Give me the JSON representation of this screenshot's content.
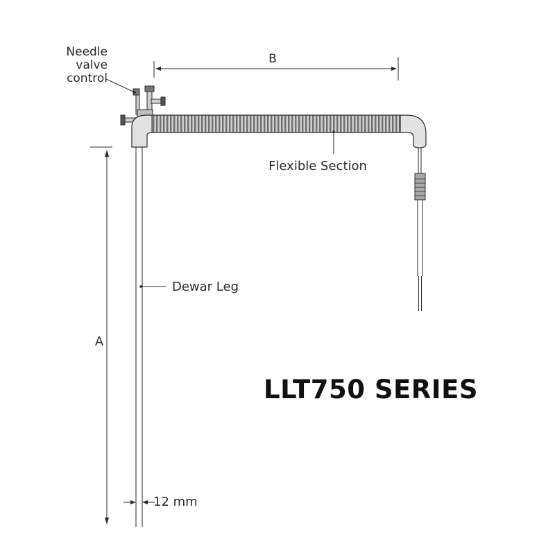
{
  "labels": {
    "needle_line1": "Needle",
    "needle_line2": "valve",
    "needle_line3": "control",
    "dim_b": "B",
    "flexible": "Flexible Section",
    "dewar": "Dewar Leg",
    "dim_a": "A",
    "diameter": "12 mm"
  },
  "title": "LLT750 SERIES",
  "colors": {
    "line": "#2a2a2a",
    "tube_fill": "#e2e2e2",
    "bellows_fill": "#9a9a9a",
    "title": "#111111"
  }
}
